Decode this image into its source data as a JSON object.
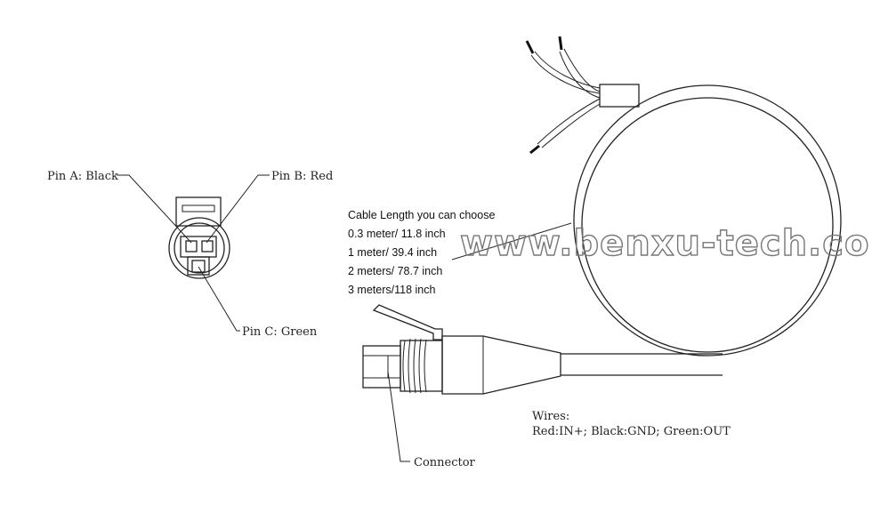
{
  "pins": {
    "a": "Pin A: Black",
    "b": "Pin B: Red",
    "c": "Pin C: Green"
  },
  "cable": {
    "heading": "Cable Length you can choose",
    "options": [
      "0.3 meter/ 11.8 inch",
      "1 meter/ 39.4 inch",
      "2 meters/ 78.7 inch",
      "3 meters/118 inch"
    ]
  },
  "watermark": "www.benxu-tech.com",
  "wires": {
    "heading": "Wires:",
    "detail": "Red:IN+; Black:GND; Green:OUT"
  },
  "connector_label": "Connector"
}
